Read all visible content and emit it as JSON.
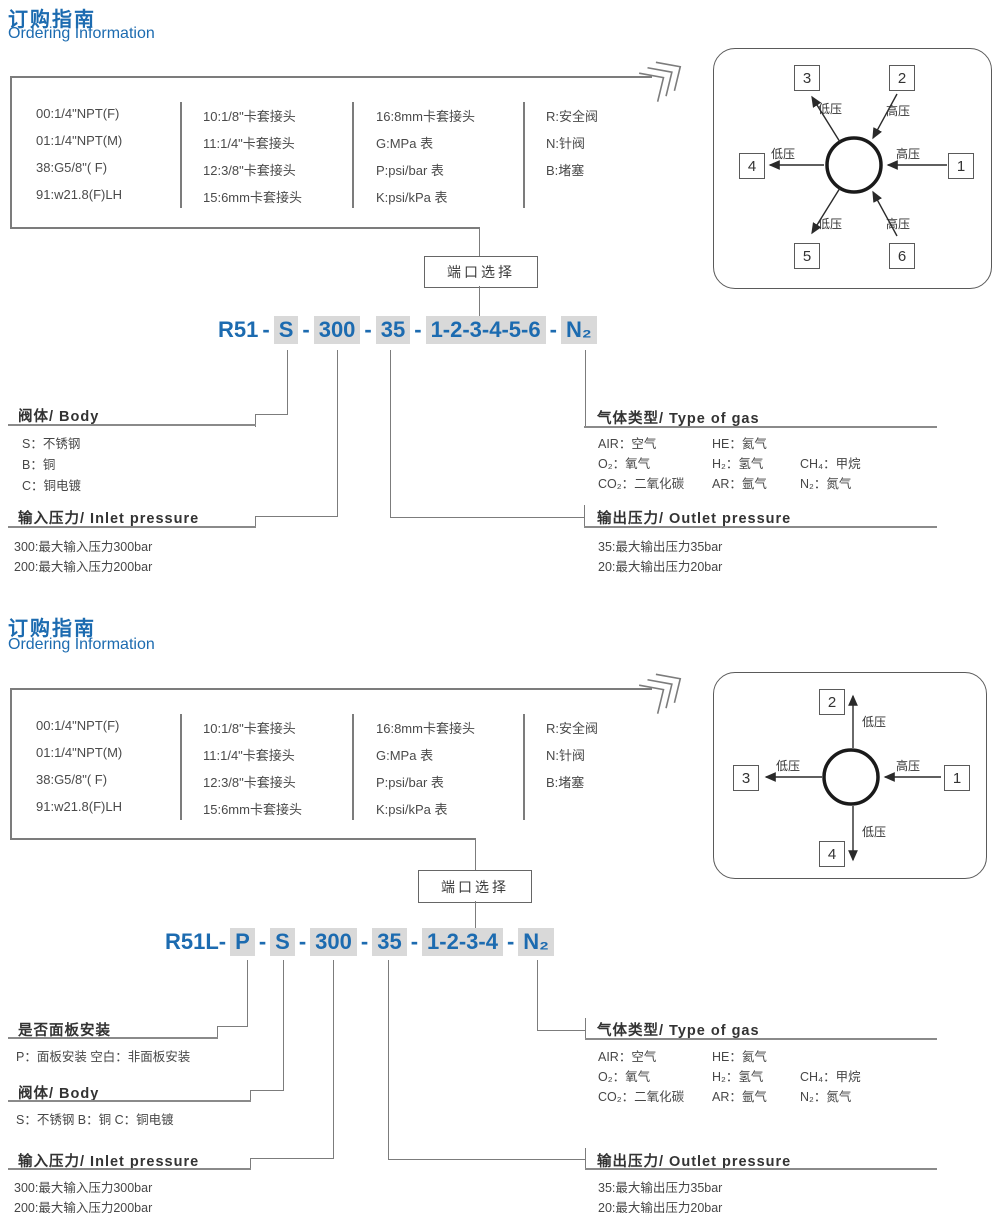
{
  "colors": {
    "accent_blue": "#1c6bb0",
    "highlight_gray": "#d9d9d9",
    "line_gray": "#7c7c7c",
    "text_dark": "#3c3c3c"
  },
  "section1": {
    "title_cn": "订购指南",
    "title_en": "Ordering Information",
    "table": {
      "col1": [
        "00:1/4\"NPT(F)",
        "01:1/4\"NPT(M)",
        "38:G5/8\"( F)",
        "91:w21.8(F)LH"
      ],
      "col2": [
        "10:1/8\"卡套接头",
        "11:1/4\"卡套接头",
        "12:3/8\"卡套接头",
        "15:6mm卡套接头"
      ],
      "col3": [
        "16:8mm卡套接头",
        "G:MPa 表",
        "P:psi/bar 表",
        "K:psi/kPa 表"
      ],
      "col4": [
        "R:安全阀",
        "N:针阀",
        "B:堵塞"
      ]
    },
    "port_select": "端口选择",
    "code": {
      "tokens": [
        "R51",
        "-",
        "S",
        "-",
        "300",
        "-",
        "35",
        "-",
        "1-2-3-4-5-6",
        "-",
        "N₂"
      ]
    },
    "labels": {
      "body": {
        "title": "阀体/ Body",
        "items": [
          "S：不锈钢",
          "B：铜",
          "C：铜电镀"
        ]
      },
      "inlet": {
        "title": "输入压力/ Inlet pressure",
        "items": [
          "300:最大输入压力300bar",
          "200:最大输入压力200bar"
        ]
      },
      "gas": {
        "title": "气体类型/ Type of gas",
        "rows": [
          [
            "AIR：空气",
            "HE：氦气",
            ""
          ],
          [
            "O₂：氧气",
            "H₂：氢气",
            "CH₄：甲烷"
          ],
          [
            "CO₂：二氧化碳",
            "AR：氩气",
            "N₂：氮气"
          ]
        ]
      },
      "outlet": {
        "title": "输出压力/ Outlet pressure",
        "items": [
          "35:最大输出压力35bar",
          "20:最大输出压力20bar"
        ]
      }
    },
    "diagram": {
      "ports": [
        {
          "num": "3",
          "label": "低压"
        },
        {
          "num": "2",
          "label": "高压"
        },
        {
          "num": "4",
          "label": "低压"
        },
        {
          "num": "1",
          "label": "高压"
        },
        {
          "num": "5",
          "label": "低压"
        },
        {
          "num": "6",
          "label": "高压"
        }
      ]
    }
  },
  "section2": {
    "title_cn": "订购指南",
    "title_en": "Ordering Information",
    "table": {
      "col1": [
        "00:1/4\"NPT(F)",
        "01:1/4\"NPT(M)",
        "38:G5/8\"( F)",
        "91:w21.8(F)LH"
      ],
      "col2": [
        "10:1/8\"卡套接头",
        "11:1/4\"卡套接头",
        "12:3/8\"卡套接头",
        "15:6mm卡套接头"
      ],
      "col3": [
        "16:8mm卡套接头",
        "G:MPa 表",
        "P:psi/bar 表",
        "K:psi/kPa 表"
      ],
      "col4": [
        "R:安全阀",
        "N:针阀",
        "B:堵塞"
      ]
    },
    "port_select": "端口选择",
    "code": {
      "tokens": [
        "R51L-",
        "P",
        "-",
        "S",
        "-",
        "300",
        "-",
        "35",
        "-",
        "1-2-3-4",
        "-",
        "N₂"
      ]
    },
    "labels": {
      "panel": {
        "title": "是否面板安装",
        "items": [
          "P：面板安装  空白：非面板安装"
        ]
      },
      "body": {
        "title": "阀体/ Body",
        "items": [
          "S：不锈钢  B：铜  C：铜电镀"
        ]
      },
      "inlet": {
        "title": "输入压力/ Inlet pressure",
        "items": [
          "300:最大输入压力300bar",
          "200:最大输入压力200bar"
        ]
      },
      "gas": {
        "title": "气体类型/ Type of gas",
        "rows": [
          [
            "AIR：空气",
            "HE：氦气",
            ""
          ],
          [
            "O₂：氧气",
            "H₂：氢气",
            "CH₄：甲烷"
          ],
          [
            "CO₂：二氧化碳",
            "AR：氩气",
            "N₂：氮气"
          ]
        ]
      },
      "outlet": {
        "title": "输出压力/ Outlet pressure",
        "items": [
          "35:最大输出压力35bar",
          "20:最大输出压力20bar"
        ]
      }
    },
    "diagram": {
      "ports": [
        {
          "num": "2",
          "label": "低压"
        },
        {
          "num": "3",
          "label": "低压"
        },
        {
          "num": "1",
          "label": "高压"
        },
        {
          "num": "4",
          "label": "低压"
        }
      ]
    }
  }
}
